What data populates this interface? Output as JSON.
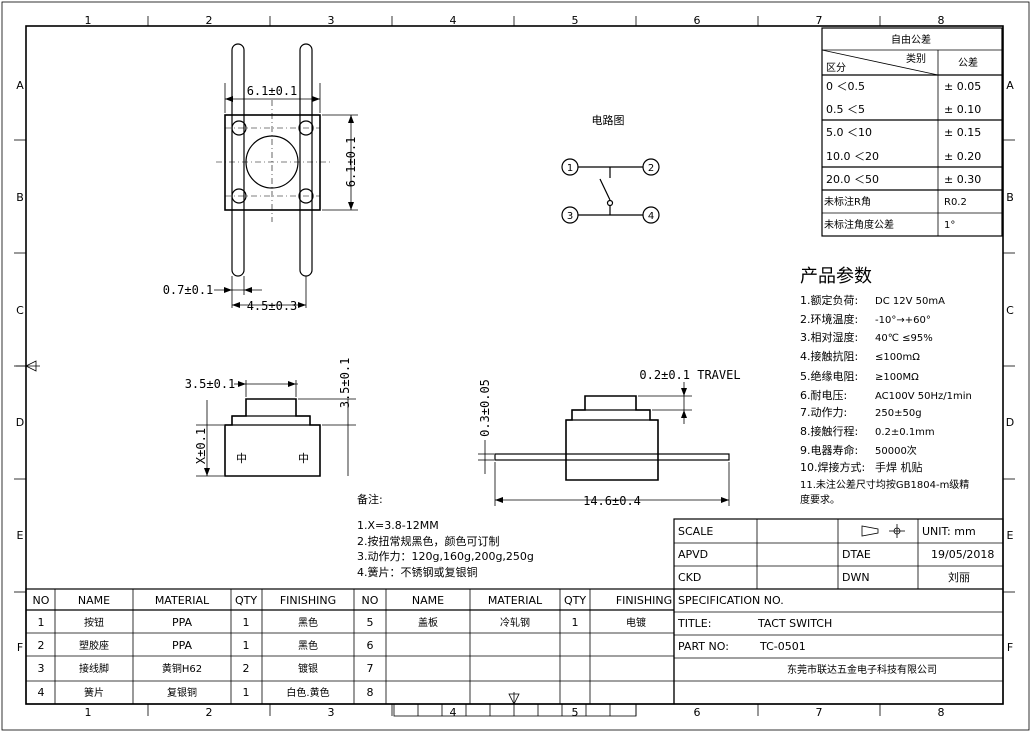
{
  "border": {
    "cols_top": [
      "1",
      "2",
      "3",
      "4",
      "5",
      "6",
      "7",
      "8"
    ],
    "cols_bottom": [
      "1",
      "2",
      "3",
      "4",
      "5",
      "6",
      "7",
      "8"
    ],
    "rows_left": [
      "A",
      "B",
      "C",
      "D",
      "E",
      "F"
    ],
    "rows_right": [
      "A",
      "B",
      "C",
      "D",
      "E",
      "F"
    ]
  },
  "tolerance_table": {
    "title": "自由公差",
    "header_category": "类别",
    "header_range": "区分",
    "header_tol": "公差",
    "rows": [
      {
        "range": "0    ＜0.5",
        "tol": "± 0.05"
      },
      {
        "range": "0.5    ＜5",
        "tol": "± 0.10"
      },
      {
        "range": "5.0    ＜10",
        "tol": "± 0.15"
      },
      {
        "range": "10.0   ＜20",
        "tol": "± 0.20"
      },
      {
        "range": "20.0   ＜50",
        "tol": "± 0.30"
      },
      {
        "range": "未标注R角",
        "tol": "R0.2"
      },
      {
        "range": "未标注角度公差",
        "tol": "1°"
      }
    ]
  },
  "dims": {
    "top_width": "6.1±0.1",
    "top_height": "6.1±0.1",
    "pin_width": "0.7±0.1",
    "pin_pitch": "4.5±0.3",
    "side_button_width": "3.5±0.1",
    "side_button_height": "3.5±0.1",
    "side_height_x": "X±0.1",
    "front_height": "0.3±0.05",
    "travel": "0.2±0.1  TRAVEL",
    "front_length": "14.6±0.4",
    "mark_left": "中",
    "mark_right": "中"
  },
  "circuit": {
    "title": "电路图",
    "pins": [
      "1",
      "2",
      "3",
      "4"
    ]
  },
  "params": {
    "title": "产品参数",
    "items": [
      {
        "label": "1.额定负荷:",
        "value": "DC 12V 50mA"
      },
      {
        "label": "2.环境温度:",
        "value": "-10°→+60°"
      },
      {
        "label": "3.相对湿度:",
        "value": "40℃  ≤95%"
      },
      {
        "label": "4.接触抗阻:",
        "value": "≤100mΩ"
      },
      {
        "label": "5.绝缘电阻:",
        "value": "≥100MΩ"
      },
      {
        "label": "6.耐电压:",
        "value": "AC100V 50Hz/1min"
      },
      {
        "label": "7.动作力:",
        "value": "250±50g"
      },
      {
        "label": "8.接触行程:",
        "value": "0.2±0.1mm"
      },
      {
        "label": "9.电器寿命:",
        "value": "50000次"
      },
      {
        "label": "10.焊接方式:",
        "value": "手焊 机贴"
      }
    ],
    "note_line1": "11.未注公差尺寸均按GB1804-m级精",
    "note_line2": "度要求。"
  },
  "notes": {
    "title": "备注:",
    "lines": [
      "1.X=3.8-12MM",
      "2.按扭常规黑色，颜色可订制",
      "3.动作力：120g,160g,200g,250g",
      "4.簧片：不锈钢或复银铜"
    ]
  },
  "title_block": {
    "scale_label": "SCALE",
    "unit": "UNIT: mm",
    "apvd_label": "APVD",
    "dtae_label": "DTAE",
    "date": "19/05/2018",
    "ckd_label": "CKD",
    "dwn_label": "DWN",
    "drawer": "刘丽",
    "spec_label": "SPECIFICATION NO.",
    "title_label": "TITLE:",
    "title_value": "TACT SWITCH",
    "part_label": "PART NO:",
    "part_value": "TC-0501",
    "company": "东莞市联达五金电子科技有限公司"
  },
  "bom": {
    "headers": [
      "NO",
      "NAME",
      "MATERIAL",
      "QTY",
      "FINISHING"
    ],
    "left": [
      [
        "1",
        "按钮",
        "PPA",
        "1",
        "黑色"
      ],
      [
        "2",
        "塑胶座",
        "PPA",
        "1",
        "黑色"
      ],
      [
        "3",
        "接线脚",
        "黄铜H62",
        "2",
        "镀银"
      ],
      [
        "4",
        "簧片",
        "复银铜",
        "1",
        "白色.黄色"
      ]
    ],
    "right": [
      [
        "5",
        "盖板",
        "冷轧钢",
        "1",
        "电镀"
      ],
      [
        "6",
        "",
        "",
        "",
        ""
      ],
      [
        "7",
        "",
        "",
        "",
        ""
      ],
      [
        "8",
        "",
        "",
        "",
        ""
      ]
    ]
  }
}
